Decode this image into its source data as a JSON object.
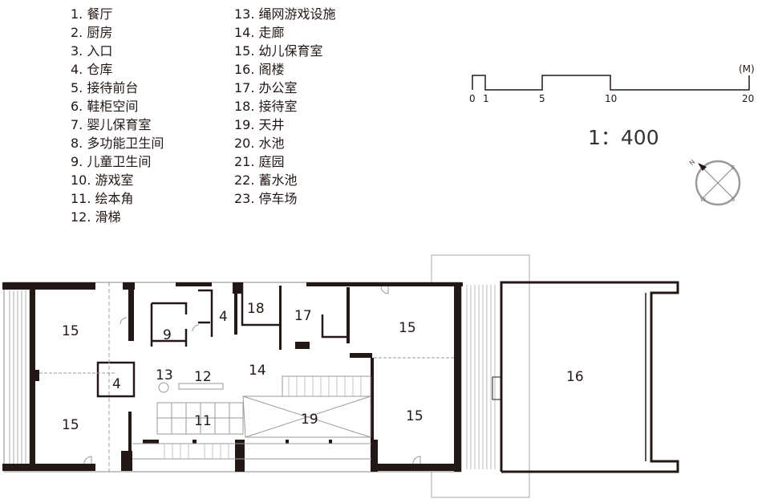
{
  "legend": {
    "left": [
      "1. 餐厅",
      "2. 厨房",
      "3. 入口",
      "4. 仓库",
      "5. 接待前台",
      "6. 鞋柜空间",
      "7. 婴儿保育室",
      "8. 多功能卫生间",
      "9. 儿童卫生间",
      "10. 游戏室",
      "11. 绘本角",
      "12. 滑梯"
    ],
    "right": [
      "13. 绳网游戏设施",
      "14. 走廊",
      "15. 幼儿保育室",
      "16. 阁楼",
      "17. 办公室",
      "18. 接待室",
      "19. 天井",
      "20. 水池",
      "21. 庭园",
      "22. 蓄水池",
      "23. 停车场"
    ]
  },
  "scale_bar": {
    "unit": "(M)",
    "ticks": [
      "0",
      "1",
      "5",
      "10",
      "20"
    ],
    "ratio": "1：400"
  },
  "compass": {
    "north": "N",
    "east": "E",
    "south": "S",
    "west": "W"
  },
  "plan_labels": {
    "r15a": "15",
    "r15b": "15",
    "r4a": "4",
    "r9": "9",
    "r13": "13",
    "r12": "12",
    "r4b": "4",
    "r18": "18",
    "r17": "17",
    "r14": "14",
    "r11": "11",
    "r19": "19",
    "r15c": "15",
    "r15d": "15",
    "r16": "16"
  },
  "colors": {
    "wall": "#231815",
    "thin": "#9a9a9a"
  }
}
